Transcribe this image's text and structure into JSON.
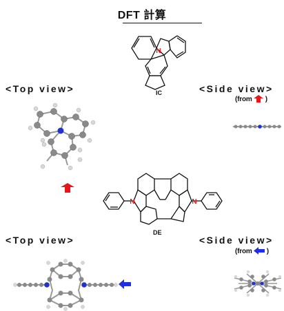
{
  "title": "DFT 計算",
  "molecules": [
    {
      "caption": "IC",
      "top_view_label": "<Top view>",
      "side_view_label": "<Side view>",
      "from_prefix": "(from",
      "from_suffix": ")",
      "arrow_icon": "red-arrow-icon",
      "arrow_color": "#e8161b",
      "heteroatom_label": "N"
    },
    {
      "caption": "DE",
      "top_view_label": "<Top view>",
      "side_view_label": "<Side view>",
      "from_prefix": "(from",
      "from_suffix": ")",
      "arrow_icon": "blue-arrow-icon",
      "arrow_color": "#1f2ee8",
      "heteroatom_label": "N"
    }
  ],
  "colors": {
    "nitrogen": "#d81e1e",
    "carbon_ball": "#8a8a8a",
    "hydrogen_ball": "#d8d8d8",
    "nitrogen_ball": "#2233cc"
  }
}
